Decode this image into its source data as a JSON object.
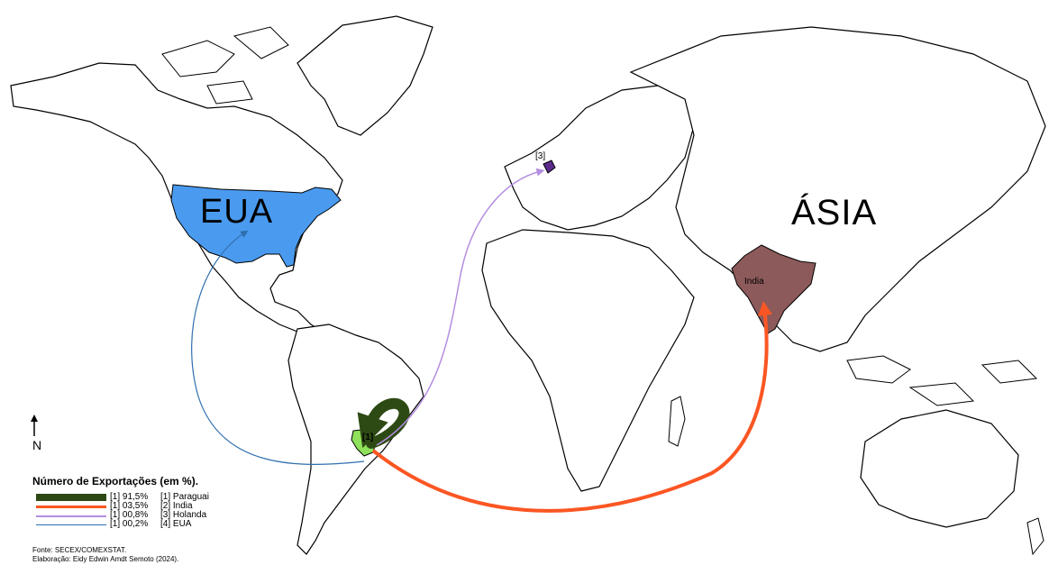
{
  "map": {
    "regions": {
      "eua": "EUA",
      "asia": "ÁSIA",
      "india": "India"
    },
    "markers": {
      "holanda_index": "[3]",
      "paraguai_index": "[1]"
    },
    "north_label": "N",
    "colors": {
      "eua_fill": "#4a9bf0",
      "india_fill": "#8c5a5a",
      "holanda_fill": "#5b2a8a",
      "paraguai_fill": "#8fe05a",
      "flow_paraguai": "#2e4a14",
      "flow_india": "#fb5623",
      "flow_holanda": "#b48ee0",
      "flow_eua": "#2f6fae",
      "land_fill": "#ffffff",
      "border": "#000000"
    }
  },
  "legend": {
    "title": "Número de Exportações (em %).",
    "items": [
      {
        "pct": "[1] 91,5%",
        "country": "[1] Paraguai",
        "color": "#2e4a14",
        "value": 91.5
      },
      {
        "pct": "[1] 03,5%",
        "country": "[2] India",
        "color": "#fb5623",
        "value": 3.5
      },
      {
        "pct": "[1] 00,8%",
        "country": "[3] Holanda",
        "color": "#b48ee0",
        "value": 0.8
      },
      {
        "pct": "[1] 00,2%",
        "country": "[4] EUA",
        "color": "#2f6fae",
        "value": 0.2
      }
    ]
  },
  "source": {
    "line1": "Fonte: SECEX/COMEXSTAT.",
    "line2": "Elaboração: Eidy Edwin Amdt Semoto (2024)."
  }
}
